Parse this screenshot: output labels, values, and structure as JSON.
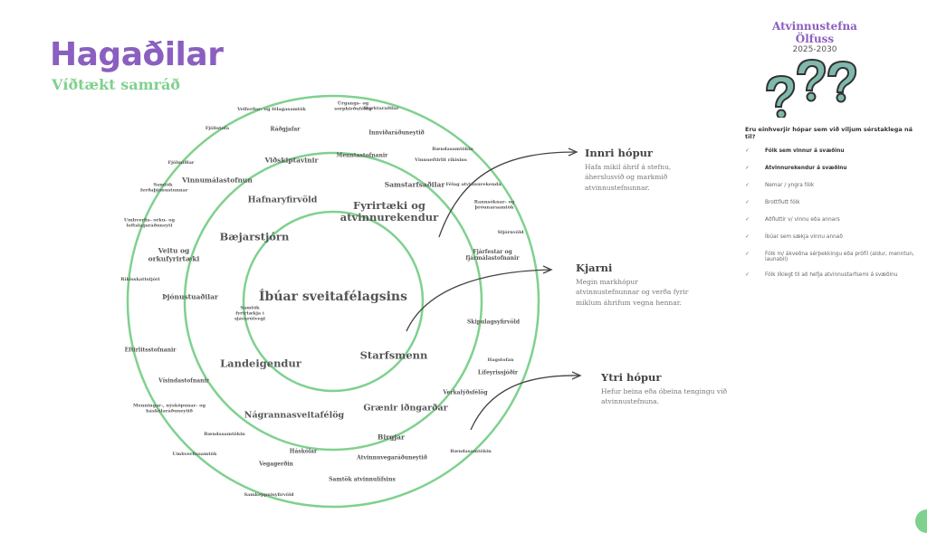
{
  "header": {
    "title": "Hagaðilar",
    "subtitle": "Víðtækt samráð"
  },
  "brand": {
    "name": "Atvinnustefna Ölfuss",
    "years": "2025-2030"
  },
  "colors": {
    "purple": "#8b5fc0",
    "green": "#7fd18e",
    "teal": "#7fb9ae"
  },
  "diagram": {
    "center": "Íbúar sveitafélagsins",
    "inner": [
      "Fyrirtæki og atvinnurekendur",
      "Bæjarstjórn",
      "Samtök fyrirtækja í sjávarútvegi",
      "Landeigendur",
      "Starfsmenn"
    ],
    "middle": [
      "Viðskiptavinir",
      "Menntastofnanir",
      "Samstarfsaðilar",
      "Vinnumálastofnun",
      "Hafnaryfirvöld",
      "Veitu og orkufyrirtæki",
      "Þjónustuaðilar",
      "Vísindastofnanir",
      "Nágrannasveitafélög",
      "Grænir iðngarðar",
      "Birgjar",
      "Háskólar",
      "Vegagerðin",
      "Fjárfestar og fjármálastofnanir",
      "Skipulagsyfirvöld",
      "Verkalýðsfélög",
      "Lífeyrissjóðir"
    ],
    "outer": [
      "Velferðar- og félagasamtök",
      "Úrgangs- og sorphirðufélög",
      "Styrktaraðilar",
      "Fjölistofa",
      "Ráðgjafar",
      "Innviðaráðuneytið",
      "Bændasamtökin",
      "Vinnueftirlit ríkisins",
      "Fjölmiðlar",
      "Samtök ferðaþjónustunnar",
      "Umhverfis- orku- og loftslagsráðuneyti",
      "Ríkisskattstjóri",
      "Eftirlitsstofnanir",
      "Menningar-, nýsköpunar- og háskólaráðuneytið",
      "Bændasamtökin",
      "Umhverfissamtök",
      "Samkeppnisyfirvöld",
      "Samtök atvinnulífsins",
      "Atvinnuvegaráðuneytið",
      "Bændasamtökin",
      "Hagstofan",
      "Stjórnvöld",
      "Rannsóknar- og þróunarsamtök",
      "Félag atvinnurekenda"
    ]
  },
  "groups": [
    {
      "title": "Innri hópur",
      "text": "Hafa mikil áhrif á stefnu, áherslusvið og markmið atvinnustefnunnar."
    },
    {
      "title": "Kjarni",
      "text": "Megin markhópur atvinnustefnunnar og verða fyrir miklum áhrifum vegna hennar."
    },
    {
      "title": "Ytri hópur",
      "text": "Hefur beina eða óbeina tengingu við atvinnustefnuna."
    }
  ],
  "panel": {
    "question": "Eru einhverjir hópar sem við viljum sérstaklega ná til?",
    "check": "✓",
    "items": [
      "Fólk sem vinnur á svæðinu",
      "Atvinnurekendur á svæðinu",
      "Nemar / yngra fólk",
      "Brottflutt fólk",
      "Aðfluttir v/ vinnu eða annars",
      "Íbúar sem sækja vinnu annað",
      "Fólk m/ ákveðna sérþekkingu eða prófíl (aldur, menntun, launabil)",
      "Fólk líklegt til að hefja atvinnustarfsemi á svæðinu"
    ]
  }
}
